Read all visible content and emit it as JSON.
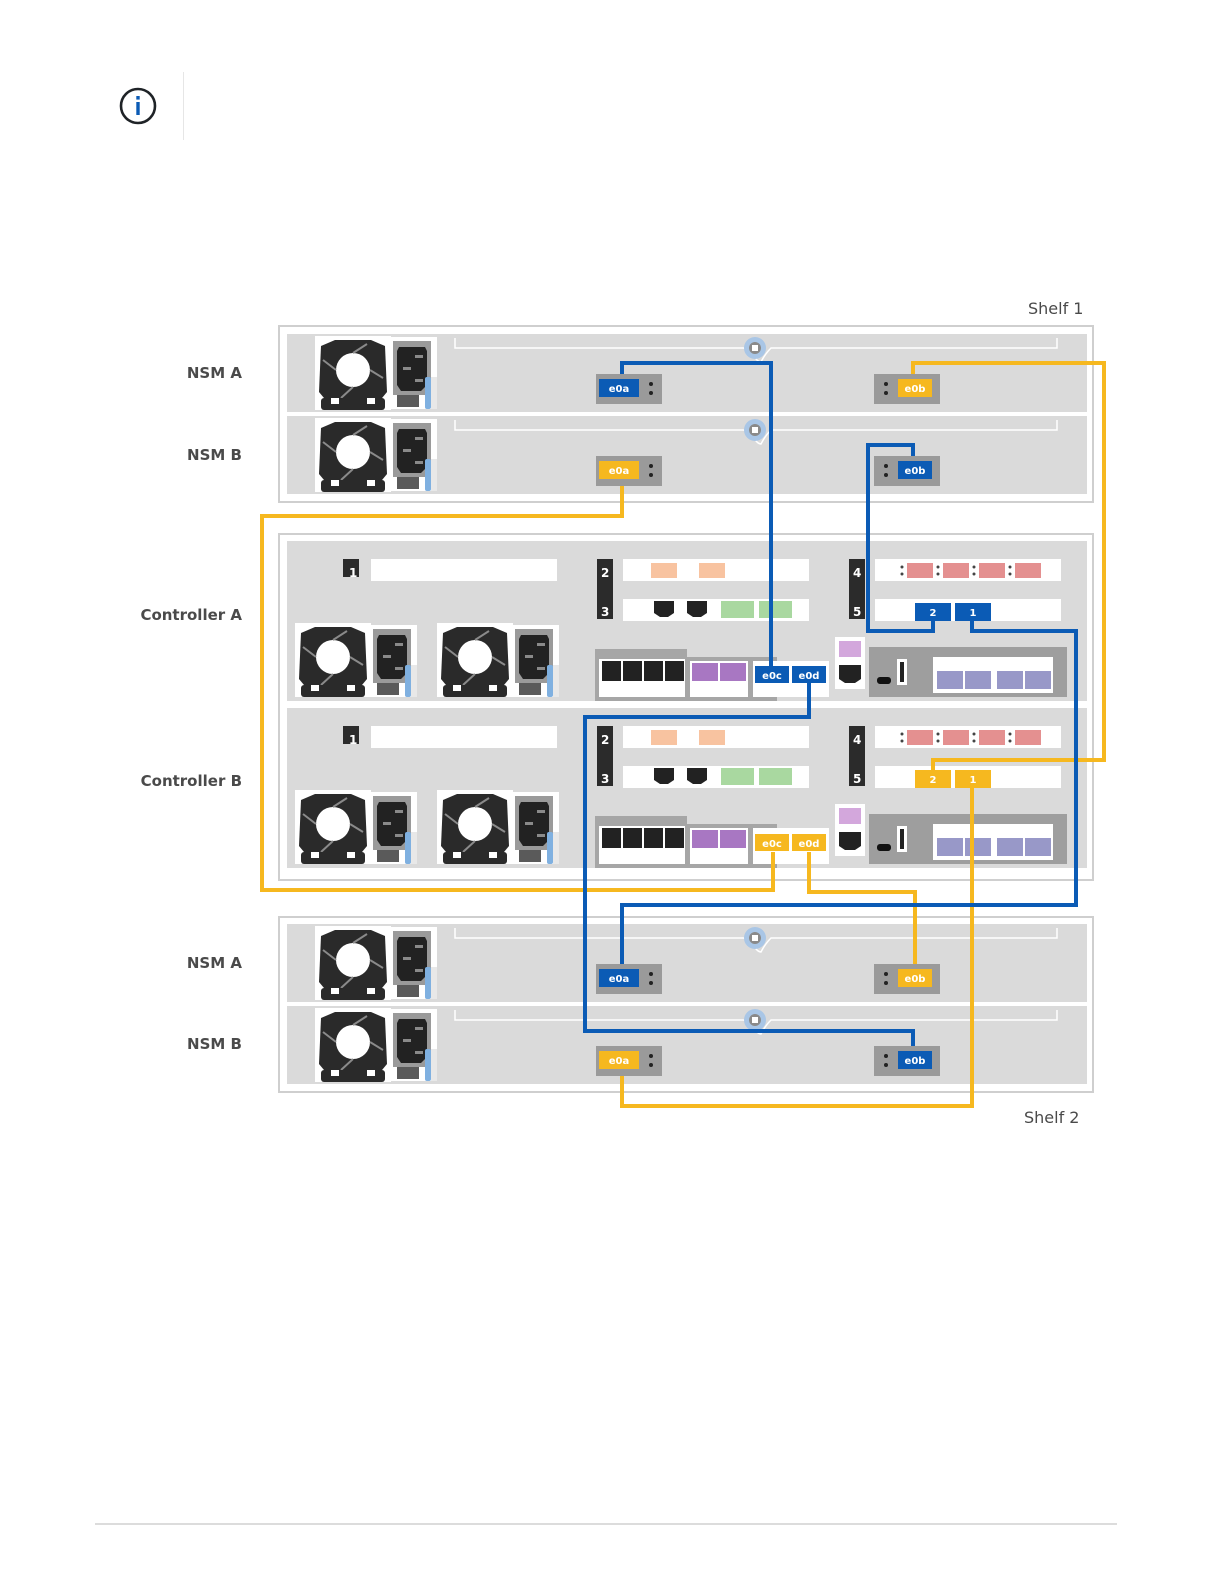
{
  "note": {
    "icon": "info-icon"
  },
  "labels": {
    "shelf1": "Shelf 1",
    "shelf2": "Shelf 2",
    "shelf1_nsm_a": "NSM A",
    "shelf1_nsm_b": "NSM B",
    "controller_a": "Controller A",
    "controller_b": "Controller B",
    "shelf2_nsm_a": "NSM A",
    "shelf2_nsm_b": "NSM B"
  },
  "colors": {
    "blue_cable": "#0b5bb5",
    "yellow_cable": "#f6b81f",
    "chassis": "#d9d9d9",
    "slot_label": "#2b2b2b"
  },
  "controller_slots": [
    "1",
    "2",
    "3",
    "4",
    "5"
  ],
  "ports": {
    "shelf1_nsm_a": {
      "e0a": "e0a",
      "e0b": "e0b"
    },
    "shelf1_nsm_b": {
      "e0a": "e0a",
      "e0b": "e0b"
    },
    "shelf2_nsm_a": {
      "e0a": "e0a",
      "e0b": "e0b"
    },
    "shelf2_nsm_b": {
      "e0a": "e0a",
      "e0b": "e0b"
    },
    "controller_a": {
      "e0c": "e0c",
      "e0d": "e0d",
      "slot5_port2": "2",
      "slot5_port1": "1"
    },
    "controller_b": {
      "e0c": "e0c",
      "e0d": "e0d",
      "slot5_port2": "2",
      "slot5_port1": "1"
    }
  },
  "cables": [
    {
      "from": "Controller A e0c",
      "to": "Shelf 1 NSM A e0a",
      "color": "blue"
    },
    {
      "from": "Controller A slot 5 port 2",
      "to": "Shelf 1 NSM B e0b",
      "color": "blue"
    },
    {
      "from": "Controller A slot 5 port 1",
      "to": "Shelf 2 NSM A e0a",
      "color": "blue"
    },
    {
      "from": "Controller A e0d",
      "to": "Shelf 2 NSM B e0b",
      "color": "blue"
    },
    {
      "from": "Controller B e0c",
      "to": "Shelf 1 NSM B e0a",
      "color": "yellow"
    },
    {
      "from": "Controller B slot 5 port 2",
      "to": "Shelf 1 NSM A e0b",
      "color": "yellow"
    },
    {
      "from": "Controller B e0d",
      "to": "Shelf 2 NSM A e0b",
      "color": "yellow"
    },
    {
      "from": "Controller B slot 5 port 1",
      "to": "Shelf 2 NSM B e0a",
      "color": "yellow"
    }
  ]
}
